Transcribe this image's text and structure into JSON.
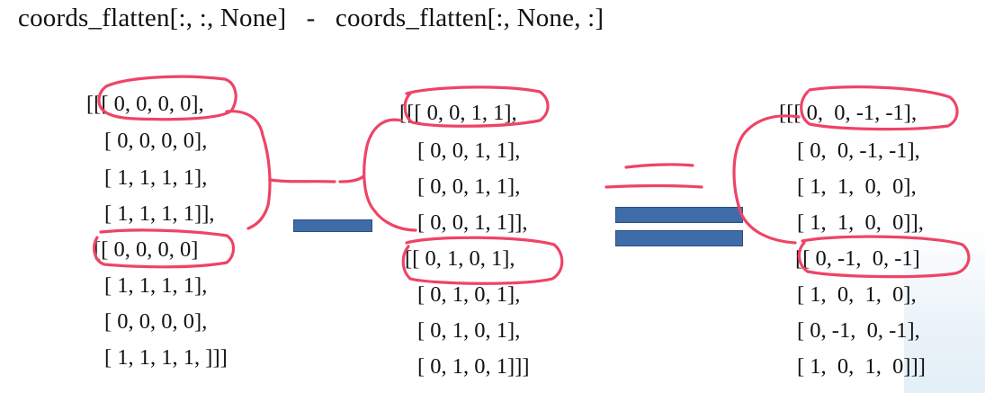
{
  "title": "coords_flatten[:, :, None]   -   coords_flatten[:, None, :]",
  "matrices": {
    "left": [
      "[[[ 0, 0, 0, 0],",
      "[ 0, 0, 0, 0],",
      "[ 1, 1, 1, 1],",
      "[ 1, 1, 1, 1]],",
      "[[ 0, 0, 0, 0]",
      "[ 1, 1, 1, 1],",
      "[ 0, 0, 0, 0],",
      "[ 1, 1, 1, 1, ]]]"
    ],
    "middle": [
      "[[[ 0, 0, 1, 1],",
      "[ 0, 0, 1, 1],",
      "[ 0, 0, 1, 1],",
      "[ 0, 0, 1, 1]],",
      "[[ 0, 1, 0, 1],",
      "[ 0, 1, 0, 1],",
      "[ 0, 1, 0, 1],",
      "[ 0, 1, 0, 1]]]"
    ],
    "right": [
      "[[[ 0,  0, -1, -1],",
      "[ 0,  0, -1, -1],",
      "[ 1,  1,  0,  0],",
      "[ 1,  1,  0,  0]],",
      "[[ 0, -1,  0, -1]",
      "[ 1,  0,  1,  0],",
      "[ 0, -1,  0, -1],",
      "[ 1,  0,  1,  0]]]"
    ]
  },
  "colors": {
    "operator": "#3e6ca8",
    "annotation": "#ee4466"
  }
}
